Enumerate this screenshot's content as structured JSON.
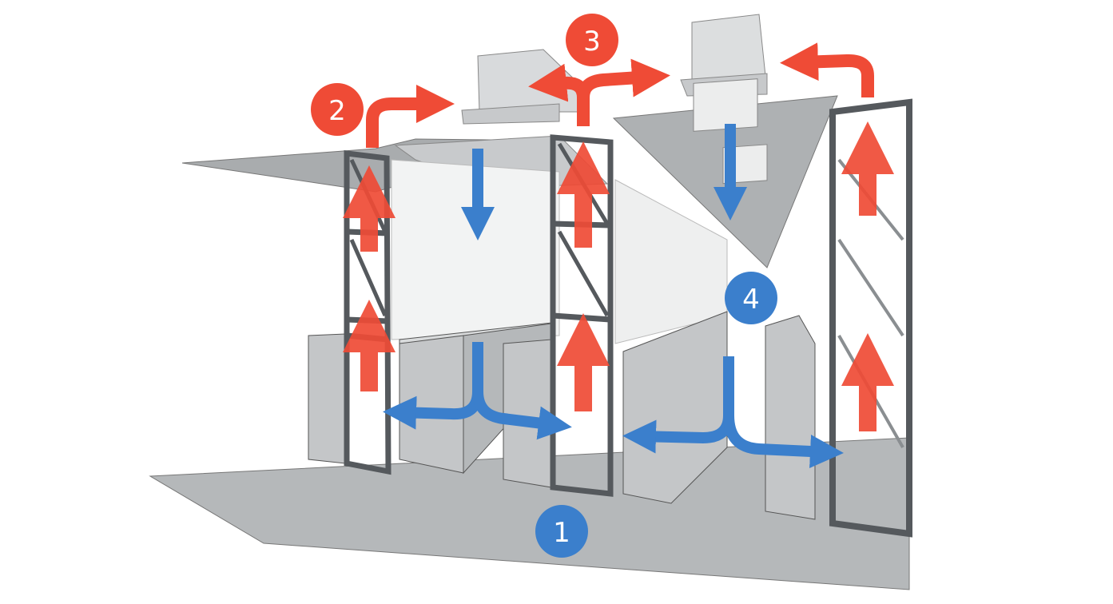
{
  "diagram": {
    "colors": {
      "hot_air": "#ef4b36",
      "cold_air": "#3b7fcc",
      "structure": "#55595d",
      "panel": "#bfc2c4",
      "floor": "#b5b8ba",
      "ceiling": "#a9acae"
    },
    "badges": [
      {
        "id": "1",
        "label": "1",
        "color": "#3b7fcc"
      },
      {
        "id": "2",
        "label": "2",
        "color": "#ef4b36"
      },
      {
        "id": "3",
        "label": "3",
        "color": "#ef4b36"
      },
      {
        "id": "4",
        "label": "4",
        "color": "#3b7fcc"
      }
    ]
  }
}
